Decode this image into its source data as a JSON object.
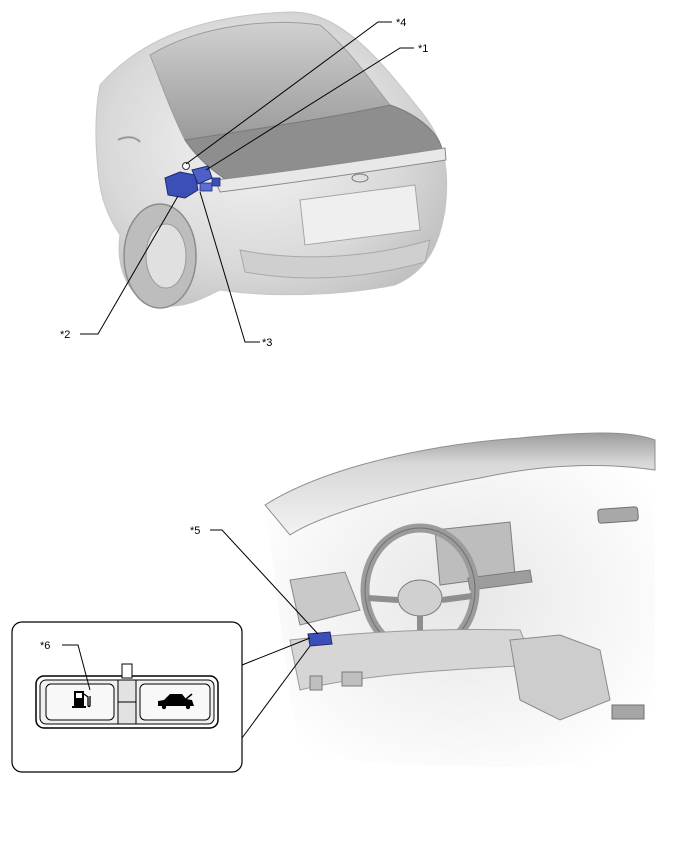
{
  "callouts": {
    "c1": "*1",
    "c2": "*2",
    "c3": "*3",
    "c4": "*4",
    "c5": "*5",
    "c6": "*6"
  },
  "switch_panel": {
    "left_icon": "fuel-pump-icon",
    "right_icon": "car-trunk-icon"
  },
  "colors": {
    "highlight": "#3c4fb8",
    "body": "#d8d8d8",
    "outline": "#4a4a4a"
  }
}
